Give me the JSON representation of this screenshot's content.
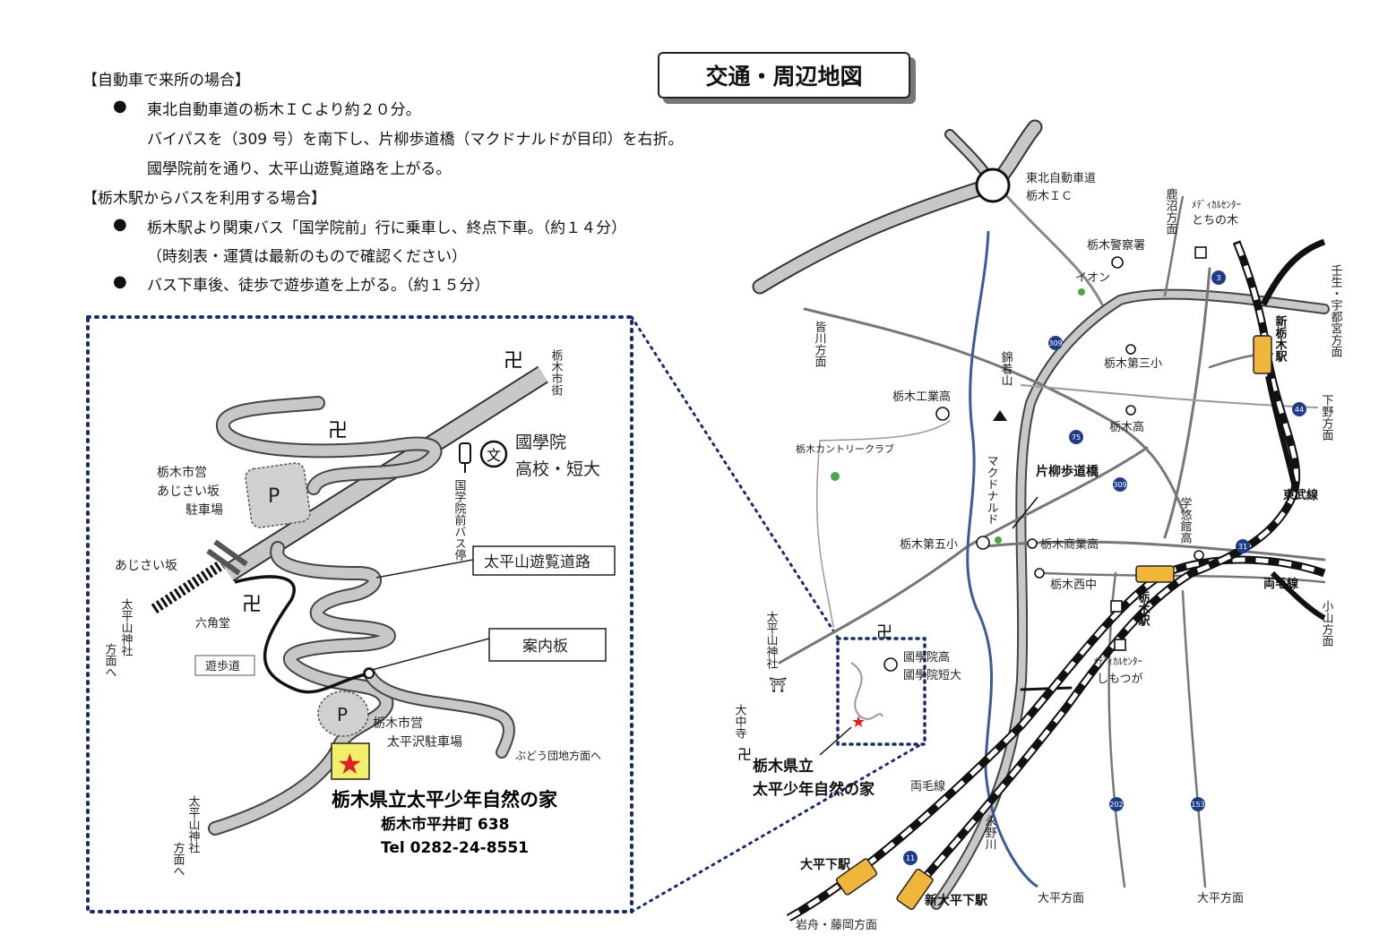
{
  "title": "交通・周辺地図",
  "directions": {
    "car_heading": "【自動車で来所の場合】",
    "car_lines": [
      "東北自動車道の栃木ＩＣより約２０分。",
      "バイパスを（309 号）を南下し、片柳歩道橋（マクドナルドが目印）を右折。",
      "國學院前を通り、太平山遊覧道路を上がる。"
    ],
    "bus_heading": "【栃木駅からバスを利用する場合】",
    "bus_lines": [
      "栃木駅より関東バス「国学院前」行に乗車し、終点下車。（約１４分）",
      "（時刻表・運賃は最新のもので確認ください）",
      "バス下車後、徒歩で遊歩道を上がる。（約１５分）"
    ],
    "bullet": "●"
  },
  "detail_map": {
    "labels": {
      "city_street": "栃木市街",
      "kokugakuin": "國學院",
      "kokugakuin2": "高校・短大",
      "bus_stop": "国学院前バス停",
      "parking1": "栃木市営",
      "parking1b": "あじさい坂",
      "parking1c": "駐車場",
      "ajisai": "あじさい坂",
      "rokkakudo": "六角堂",
      "shrine": "太平山神社",
      "shrine_dir": "方面へ",
      "yuhodo": "遊歩道",
      "yuran_road": "太平山遊覧道路",
      "annai": "案内板",
      "parking2": "栃木市営",
      "parking2b": "太平沢駐車場",
      "budo": "ぶどう団地方面へ",
      "p": "P",
      "facility": "栃木県立太平少年自然の家",
      "address": "栃木市平井町 638",
      "tel": "Tel 0282-24-8551",
      "temple": "卍"
    }
  },
  "area_map": {
    "labels": {
      "tohoku_exp": "東北自動車道",
      "tochigi_ic": "栃木ＩＣ",
      "kanuma": "鹿沼方面",
      "medical1": "ﾒﾃﾞｨｶﾙｾﾝﾀｰ",
      "tochinoki": "とちの木",
      "police": "栃木警察署",
      "aeon": "イオン",
      "mibu": "壬生・宇都宮方面",
      "shin_tochigi": "新栃木駅",
      "minagawa": "皆川方面",
      "nishikigi": "錦着山",
      "daisan": "栃木第三小",
      "tochigi_kogyo": "栃木工業高",
      "tochigi_high": "栃木高",
      "shimotsuke_dir": "下野方面",
      "country_club": "栃木カントリークラブ",
      "macdonald": "マクドナルド",
      "katayanagi": "片柳歩道橋",
      "tobu": "東武線",
      "gakuen": "学悠館高",
      "daigo": "栃木第五小",
      "shogyo": "栃木商業高",
      "nishichu": "栃木西中",
      "tochigi_st": "栃木駅",
      "ryomo": "両毛線",
      "oyama": "小山方面",
      "ohira_shrine": "太平山神社",
      "kokugakuin_hi": "國學院高",
      "kokugakuin_jc": "國學院短大",
      "medical2": "ﾒﾃﾞｨｶﾙｾﾝﾀｰ",
      "shimotsuga": "しもつが",
      "ochudera": "大中寺",
      "facility1": "栃木県立",
      "facility2": "太平少年自然の家",
      "ryomo2": "両毛線",
      "nagano_river": "永野川",
      "ohirashita": "大平下駅",
      "shin_ohirashita": "新大平下駅",
      "ohira_dir1": "大平方面",
      "ohira_dir2": "大平方面",
      "iwafune": "岩舟・藤岡方面"
    },
    "route_numbers": [
      "3",
      "309",
      "75",
      "44",
      "309",
      "31",
      "11",
      "202",
      "153"
    ]
  },
  "colors": {
    "road_gray": "#c8c8c8",
    "river_blue": "#3b5b9a",
    "dotted_border": "#1a2a6e",
    "station_fill": "#f0b63c",
    "star_red": "#e02020",
    "star_bg": "#f2f06a",
    "route_shield": "#1f3c8a",
    "green_dot": "#4aa84a"
  }
}
